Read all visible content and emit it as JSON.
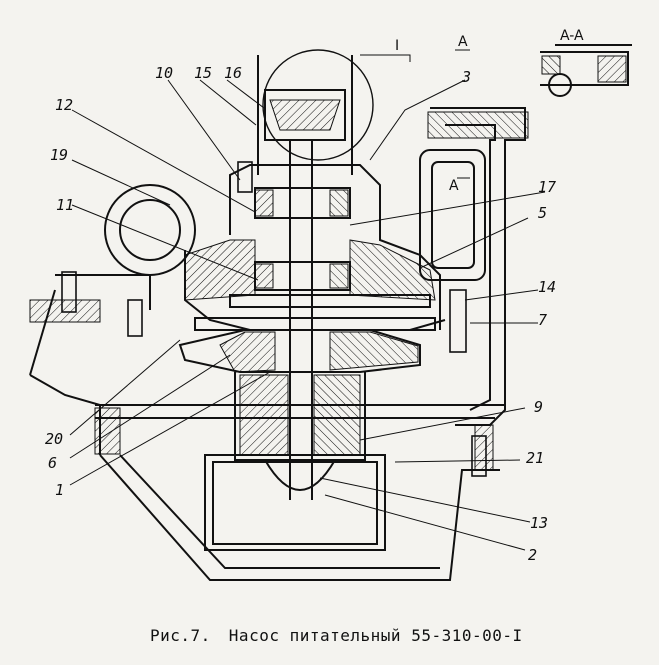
{
  "drawing": {
    "view_marks": {
      "detail": "I",
      "section_arrow": "A",
      "section_title": "A-A"
    },
    "callouts": [
      "10",
      "15",
      "16",
      "3",
      "12",
      "19",
      "17",
      "11",
      "5",
      "14",
      "7",
      "20",
      "6",
      "1",
      "9",
      "21",
      "13",
      "2"
    ]
  },
  "caption": {
    "figure": "Рис.7.",
    "title": "Насос питательный 55-310-00-I"
  },
  "colors": {
    "ink": "#111111",
    "paper": "#f4f3ef"
  }
}
